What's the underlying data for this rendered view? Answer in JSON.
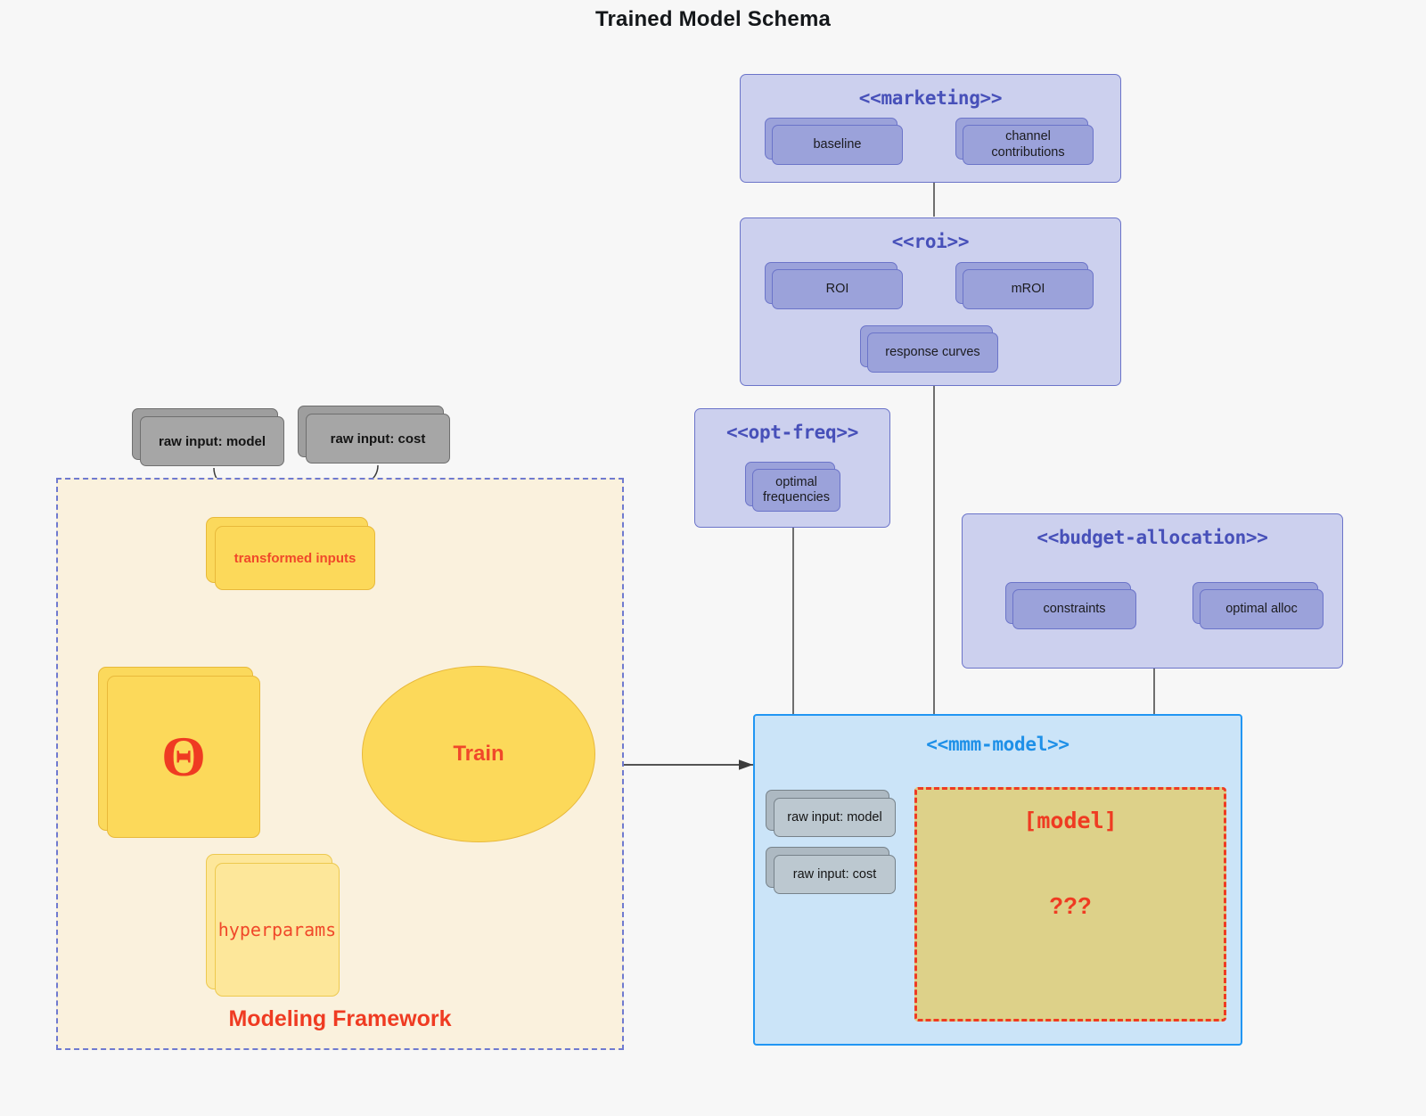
{
  "title": "Trained Model Schema",
  "packages": {
    "marketing": {
      "stereotype": "<<marketing>>",
      "nodes": [
        {
          "label": "baseline"
        },
        {
          "label": "channel contributions"
        }
      ]
    },
    "roi": {
      "stereotype": "<<roi>>",
      "nodes": [
        {
          "label": "ROI"
        },
        {
          "label": "mROI"
        },
        {
          "label": "response curves"
        }
      ]
    },
    "opt_freq": {
      "stereotype": "<<opt-freq>>",
      "nodes": [
        {
          "label": "optimal\nfrequencies"
        }
      ]
    },
    "budget_allocation": {
      "stereotype": "<<budget-allocation>>",
      "nodes": [
        {
          "label": "constraints"
        },
        {
          "label": "optimal alloc"
        }
      ]
    },
    "mmm_model": {
      "stereotype": "<<mmm-model>>",
      "inputs": [
        {
          "label": "raw input: model"
        },
        {
          "label": "raw input: cost"
        }
      ],
      "model_box": {
        "name": "[model]",
        "unknown": "???"
      }
    }
  },
  "framework": {
    "label": "Modeling Framework",
    "raw_inputs": [
      {
        "label": "raw input: model"
      },
      {
        "label": "raw input: cost"
      }
    ],
    "transformed_inputs": "transformed inputs",
    "theta": "Θ",
    "hyperparams": "hyperparams",
    "train": "Train"
  },
  "colors": {
    "background": "#f7f7f7",
    "package_fill": "#ccd0ee",
    "package_border": "#6b74c9",
    "package_title": "#4750b9",
    "node_fill": "#9ba2da",
    "mmm_fill": "#cbe4f8",
    "mmm_border": "#2196f3",
    "mmm_title": "#1e90e8",
    "framework_fill": "#faf1dd",
    "framework_border": "#6f7ad0",
    "accent_red": "#ef3b22",
    "yellow_fill": "#fcd95a",
    "yellow_border": "#e8b93a",
    "model_fill": "#ddd189",
    "gray_fill": "#a6a6a6"
  }
}
